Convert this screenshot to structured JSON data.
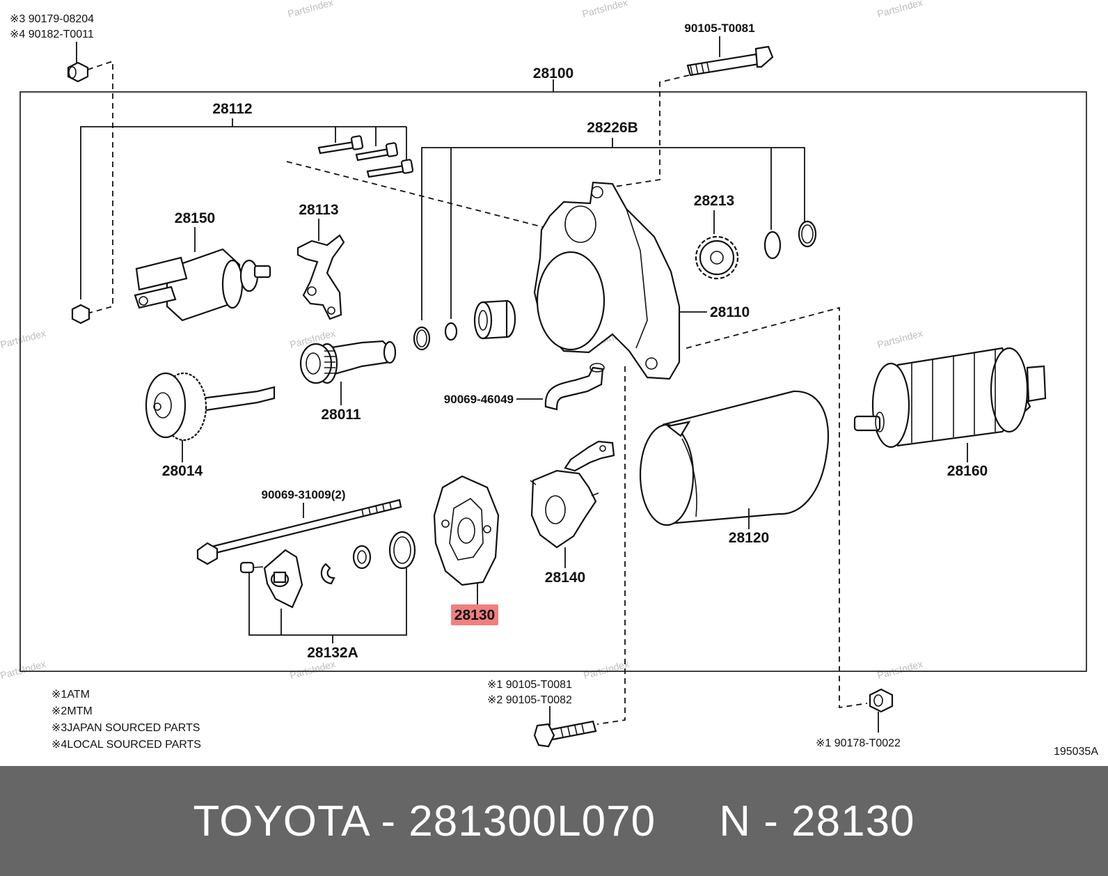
{
  "diagram": {
    "watermark": "PartsIndex",
    "diagram_code": "195035A",
    "callouts": {
      "c28100": "28100",
      "c28112": "28112",
      "c28226B": "28226B",
      "c28150": "28150",
      "c28113": "28113",
      "c28213": "28213",
      "c28110": "28110",
      "c28011": "28011",
      "c90069_46049": "90069-46049",
      "c28014": "28014",
      "c28160": "28160",
      "c90069_31009": "90069-31009(2)",
      "c28120": "28120",
      "c28140": "28140",
      "c28130": "28130",
      "c28132A": "28132A",
      "c90105_T0081_top": "90105-T0081"
    },
    "bolt_top_left": [
      {
        "mark": "※3",
        "part": "90179-08204"
      },
      {
        "mark": "※4",
        "part": "90182-T0011"
      }
    ],
    "bolt_bottom_center": [
      {
        "mark": "※1",
        "part": "90105-T0081"
      },
      {
        "mark": "※2",
        "part": "90105-T0082"
      }
    ],
    "nut_bottom_right": {
      "mark": "※1",
      "part": "90178-T0022"
    },
    "legend": [
      {
        "mark": "※1",
        "text": "ATM"
      },
      {
        "mark": "※2",
        "text": "MTM"
      },
      {
        "mark": "※3",
        "text": "JAPAN SOURCED PARTS"
      },
      {
        "mark": "※4",
        "text": "LOCAL SOURCED PARTS"
      }
    ],
    "highlight_color": "#f08080"
  },
  "footer": {
    "text": "TOYOTA - 281300L070     N - 28130",
    "background": "#666666"
  }
}
